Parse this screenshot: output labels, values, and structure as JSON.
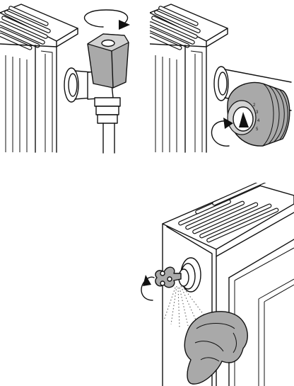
{
  "steps": [
    {
      "id": "turn-valve-cap",
      "icon": "rotate-clockwise-arrow-icon",
      "shade": "#a9a9a9"
    },
    {
      "id": "turn-thermostat-head",
      "icon": "rotate-clockwise-arrow-icon",
      "dial_scale": [
        "2",
        "3",
        "4",
        "5"
      ],
      "shade": "#8e8e8e"
    },
    {
      "id": "bleed-radiator",
      "icon": "rotate-counterclockwise-arrow-icon",
      "shade": "#8f8f8f"
    }
  ]
}
